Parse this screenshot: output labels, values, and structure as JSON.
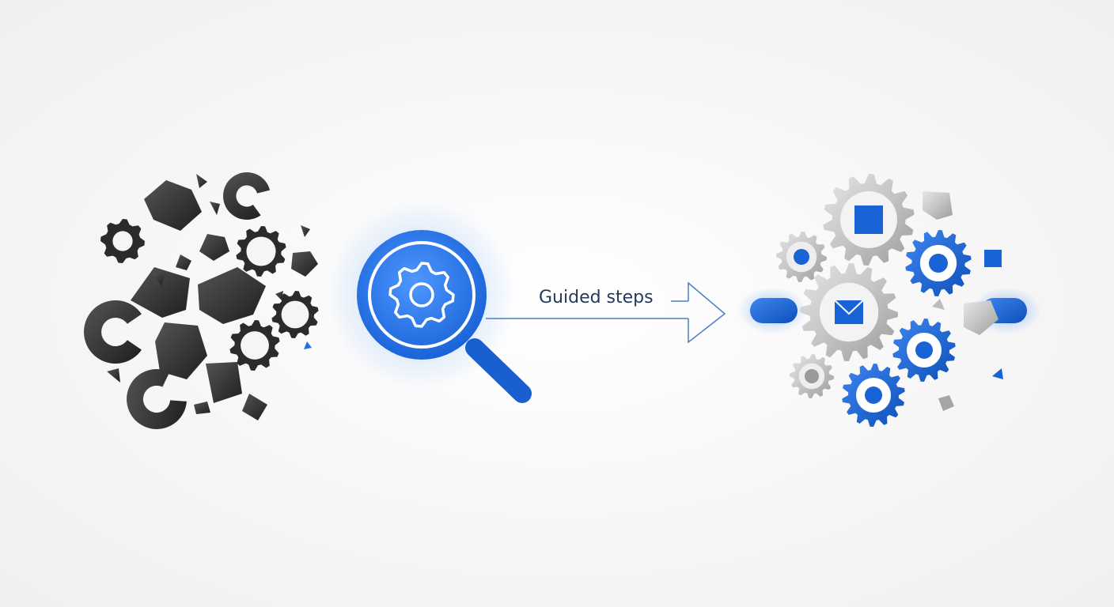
{
  "diagram": {
    "arrow_label": "Guided steps",
    "stages": [
      {
        "id": "chaos",
        "icon": "scattered-shapes-and-gears-icon"
      },
      {
        "id": "analysis",
        "icon": "magnifier-gear-icon"
      },
      {
        "id": "order",
        "icon": "interlocking-gears-icon"
      }
    ]
  },
  "colors": {
    "accent": "#1f6fe0",
    "accent_dark": "#0d4fb8",
    "dark": "#2b2b2b",
    "silver": "#bdbdbd",
    "label": "#243a5a",
    "background": "#f5f5f5"
  }
}
